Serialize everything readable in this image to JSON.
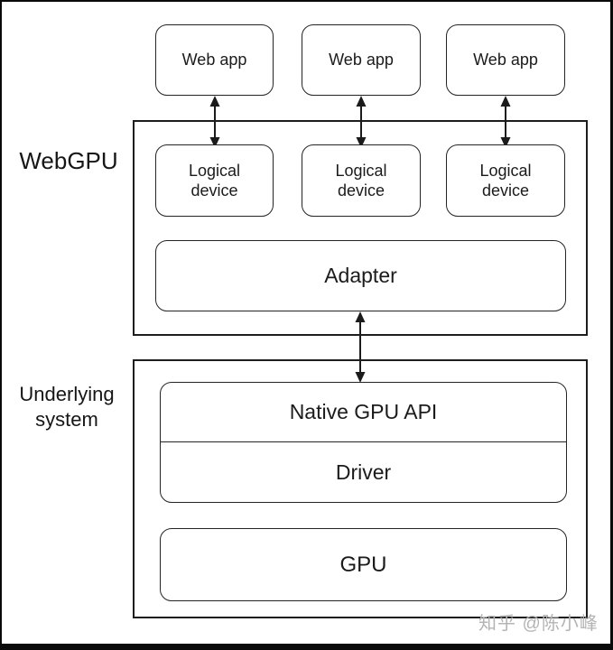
{
  "diagram": {
    "groups": {
      "webgpu_label": "WebGPU",
      "underlying_label": "Underlying\nsystem"
    },
    "web_apps": [
      "Web app",
      "Web app",
      "Web app"
    ],
    "logical_devices": [
      "Logical\ndevice",
      "Logical\ndevice",
      "Logical\ndevice"
    ],
    "adapter_label": "Adapter",
    "native_gpu_api_label": "Native GPU API",
    "driver_label": "Driver",
    "gpu_label": "GPU"
  },
  "watermark": {
    "text": "知乎 @陈小峰"
  },
  "colors": {
    "line": "#242424",
    "background": "#ffffff",
    "watermark": "#b4b4b4"
  }
}
